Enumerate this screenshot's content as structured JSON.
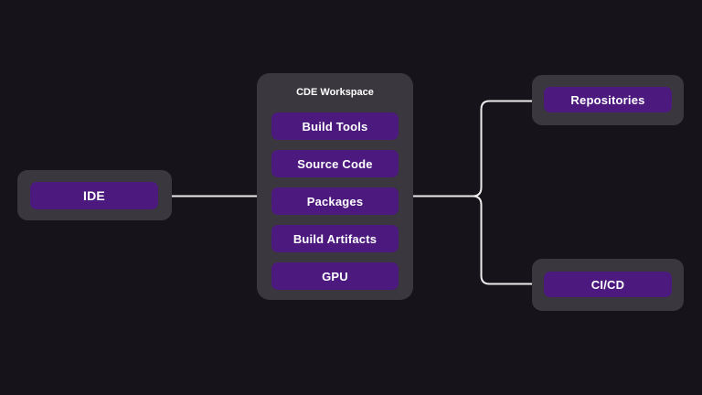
{
  "diagram": {
    "nodes": {
      "ide": {
        "label": "IDE"
      },
      "workspace": {
        "title": "CDE Workspace",
        "items": [
          {
            "label": "Build Tools"
          },
          {
            "label": "Source Code"
          },
          {
            "label": "Packages"
          },
          {
            "label": "Build Artifacts"
          },
          {
            "label": "GPU"
          }
        ]
      },
      "repositories": {
        "label": "Repositories"
      },
      "cicd": {
        "label": "CI/CD"
      }
    },
    "edges": [
      {
        "from": "IDE",
        "to": "CDE Workspace"
      },
      {
        "from": "CDE Workspace",
        "to": "Repositories"
      },
      {
        "from": "CDE Workspace",
        "to": "CI/CD"
      }
    ],
    "colors": {
      "background": "#16131b",
      "node_container": "#3a373e",
      "node_pill": "#4c1a7f",
      "connector": "#ebebeb",
      "text": "#ffffff"
    }
  }
}
